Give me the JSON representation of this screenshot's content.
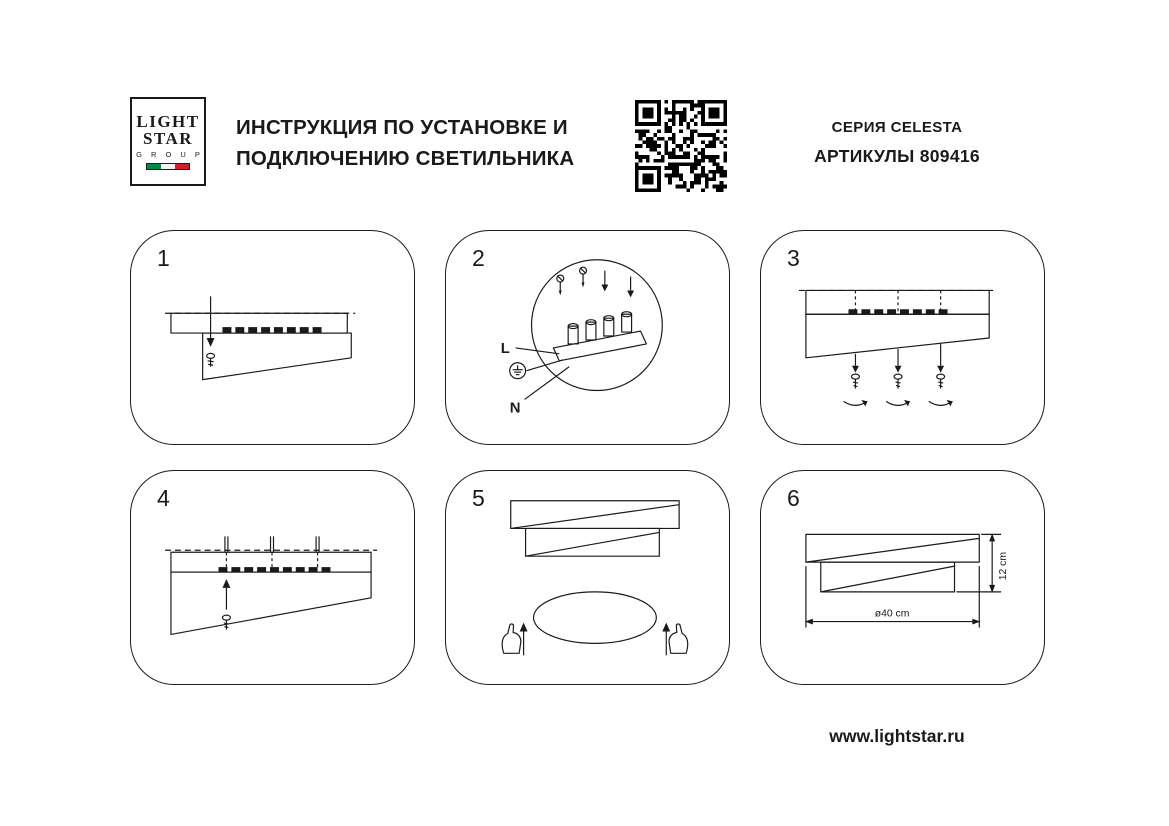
{
  "header": {
    "logo": {
      "word1": "LIGHT",
      "word2": "STAR",
      "word3": "G R O U P"
    },
    "title_line1": "ИНСТРУКЦИЯ ПО УСТАНОВКЕ И",
    "title_line2": "ПОДКЛЮЧЕНИЮ СВЕТИЛЬНИКА",
    "series": "СЕРИЯ CELESTA",
    "articles": "АРТИКУЛЫ 809416"
  },
  "steps": [
    {
      "number": "1"
    },
    {
      "number": "2",
      "labels": {
        "live": "L",
        "neutral": "N"
      }
    },
    {
      "number": "3"
    },
    {
      "number": "4"
    },
    {
      "number": "5"
    },
    {
      "number": "6",
      "dimensions": {
        "height": "12 cm",
        "diameter": "ø40 cm"
      }
    }
  ],
  "footer": {
    "website": "www.lightstar.ru"
  },
  "colors": {
    "ink": "#1a1a1a",
    "flag_green": "#008C45",
    "flag_white": "#F4F5F0",
    "flag_red": "#CD212A"
  }
}
